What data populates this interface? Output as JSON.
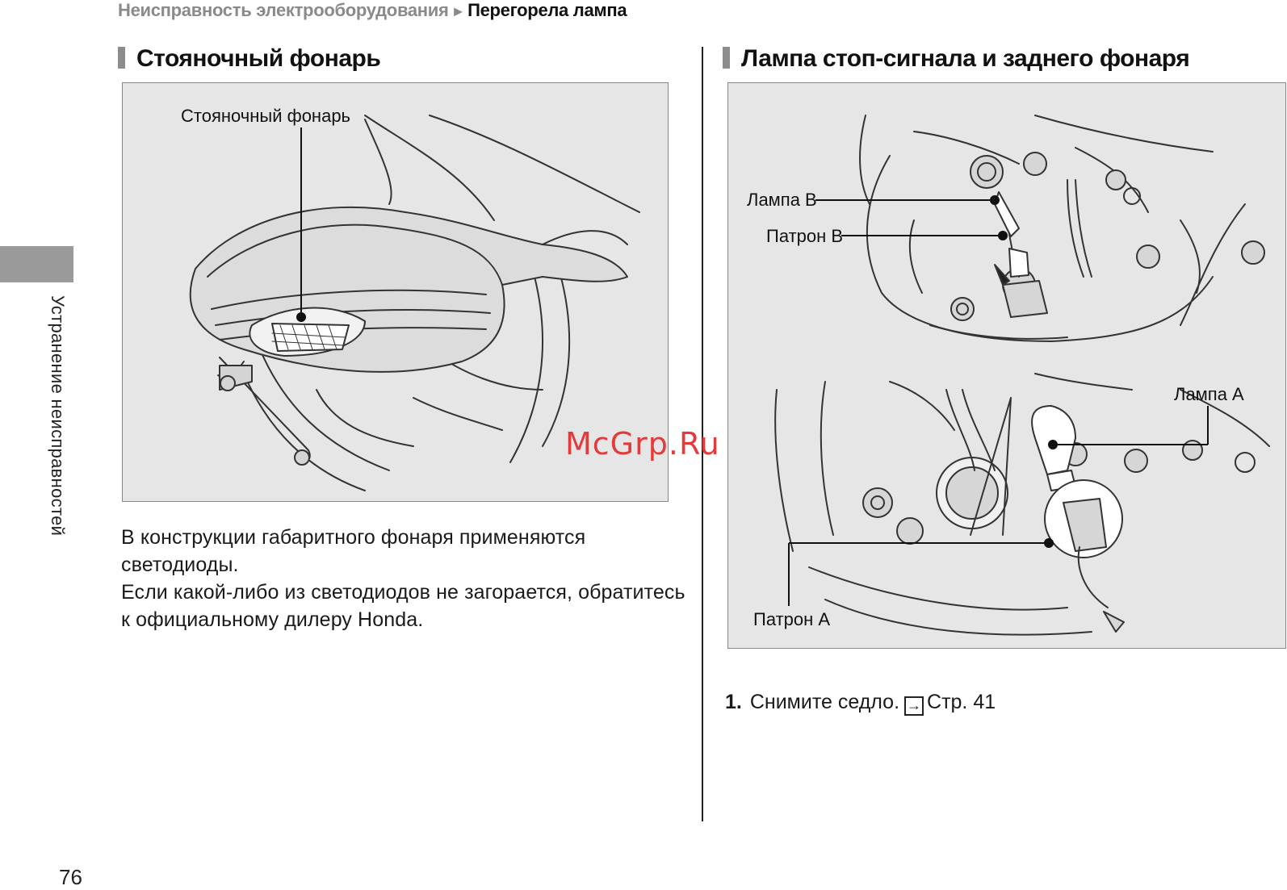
{
  "breadcrumb": {
    "parent": "Неисправность электрооборудования",
    "separator": "►",
    "current": "Перегорела лампа"
  },
  "side_tab": {
    "label": "Устранение неисправностей"
  },
  "left_section": {
    "title": "Стояночный фонарь",
    "figure": {
      "callout": "Стояночный фонарь"
    },
    "body": [
      "В конструкции габаритного фонаря применяются светодиоды.",
      "Если какой-либо из светодиодов не загорается, обратитесь к официальному дилеру Honda."
    ]
  },
  "right_section": {
    "title": "Лампа стоп-сигнала и заднего фонаря",
    "figure": {
      "callouts": {
        "lamp_b": "Лампа B",
        "socket_b": "Патрон B",
        "lamp_a": "Лампа A",
        "socket_a": "Патрон A"
      }
    },
    "steps": [
      {
        "number": "1.",
        "text": "Снимите седло.",
        "ref": "Стр. 41"
      }
    ]
  },
  "watermark": "McGrp.Ru",
  "page_number": "76",
  "colors": {
    "figure_bg": "#e6e6e6",
    "tab_gray": "#9a9a9a",
    "watermark_red": "#e23b3b"
  }
}
